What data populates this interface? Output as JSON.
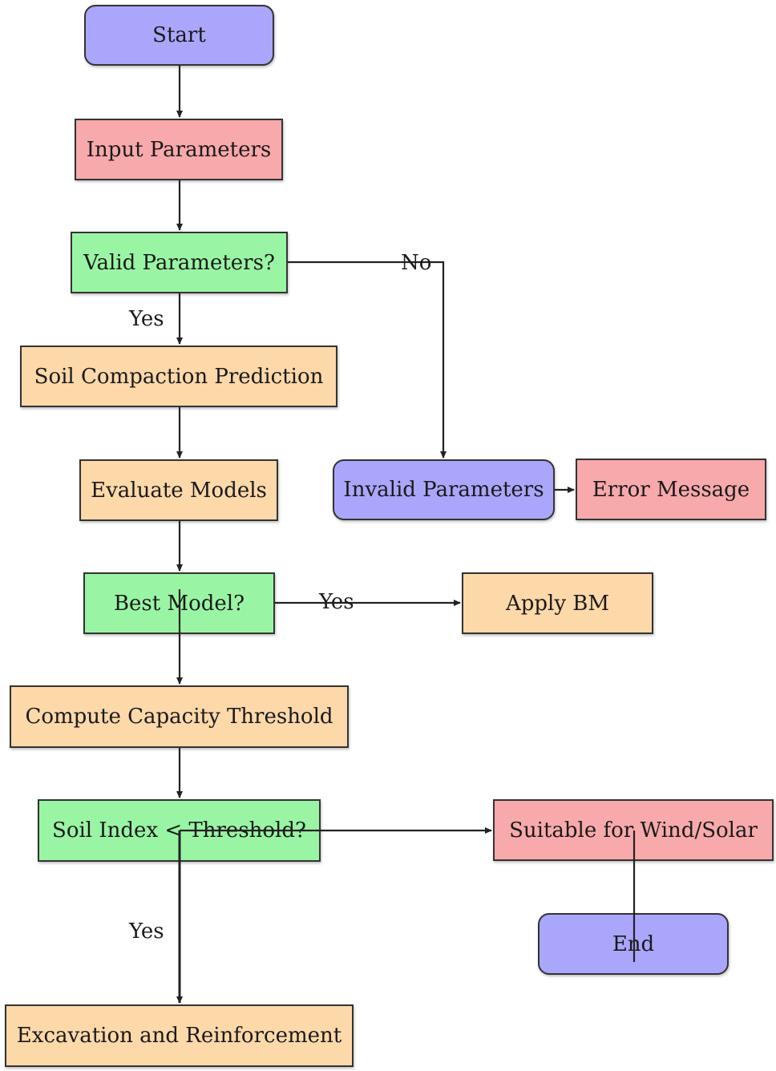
{
  "colors": {
    "terminal": "#aaa6fb",
    "io": "#f8a9ab",
    "decision": "#99f5a4",
    "process": "#fdd8a9"
  },
  "nodes": {
    "start": "Start",
    "input_parameters": "Input Parameters",
    "valid_parameters": "Valid Parameters?",
    "soil_compaction_prediction": "Soil Compaction Prediction",
    "evaluate_models": "Evaluate Models",
    "invalid_parameters": "Invalid Parameters",
    "error_message": "Error Message",
    "best_model": "Best Model?",
    "apply_bm": "Apply BM",
    "compute_capacity_threshold": "Compute Capacity Threshold",
    "soil_index_threshold": "Soil Index < Threshold?",
    "suitable_wind_solar": "Suitable for Wind/Solar",
    "end": "End",
    "excavation_reinforcement": "Excavation and Reinforcement"
  },
  "edge_labels": {
    "valid_yes": "Yes",
    "valid_no": "No",
    "best_yes": "Yes",
    "threshold_yes": "Yes"
  }
}
